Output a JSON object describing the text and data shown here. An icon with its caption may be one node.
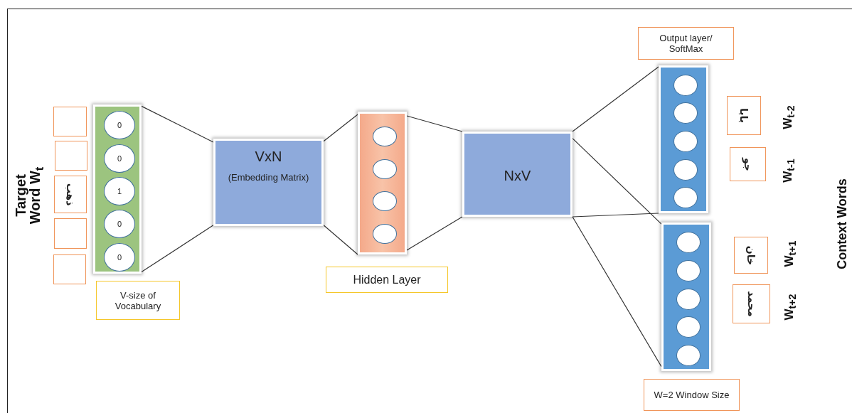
{
  "diagram": {
    "nodes": [
      {
        "text": [],
        "shape": "box"
      },
      {
        "text": [],
        "shape": "box"
      },
      {
        "text": [
          "ذهب"
        ]
      },
      {
        "text": [],
        "shape": "box"
      },
      {
        "text": [],
        "shape": "box"
      },
      {
        "text": [],
        "shape": "bar"
      },
      {
        "text": [
          "0"
        ],
        "in": 5
      },
      {
        "text": [
          "0"
        ],
        "in": 5
      },
      {
        "text": [
          "1"
        ],
        "in": 5
      },
      {
        "text": [
          "0"
        ],
        "in": 5
      },
      {
        "text": [
          "0"
        ],
        "in": 5
      },
      {
        "text": [
          "V-size of Vocabulary"
        ]
      },
      {
        "text": [
          "VxN",
          "(Embedding Matrix)"
        ]
      },
      {
        "text": [],
        "shape": "bar"
      },
      {
        "text": [],
        "shape": "circle",
        "in": 13
      },
      {
        "text": [],
        "shape": "circle",
        "in": 13
      },
      {
        "text": [],
        "shape": "circle",
        "in": 13
      },
      {
        "text": [],
        "shape": "circle",
        "in": 13
      },
      {
        "text": [
          "Hidden Layer"
        ]
      },
      {
        "text": [
          "NxV"
        ]
      },
      {
        "text": [
          "Output layer/ SoftMax"
        ]
      },
      {
        "text": [],
        "shape": "bar"
      },
      {
        "text": [],
        "shape": "circle",
        "in": 21
      },
      {
        "text": [],
        "shape": "circle",
        "in": 21
      },
      {
        "text": [],
        "shape": "circle",
        "in": 21
      },
      {
        "text": [],
        "shape": "circle",
        "in": 21
      },
      {
        "text": [],
        "shape": "circle",
        "in": 21
      },
      {
        "text": [],
        "shape": "bar"
      },
      {
        "text": [],
        "shape": "circle",
        "in": 27
      },
      {
        "text": [],
        "shape": "circle",
        "in": 27
      },
      {
        "text": [],
        "shape": "circle",
        "in": 27
      },
      {
        "text": [],
        "shape": "circle",
        "in": 27
      },
      {
        "text": [],
        "shape": "circle",
        "in": 27
      },
      {
        "text": [
          "W=2 Window Size"
        ]
      },
      {
        "text": [
          "بابا"
        ]
      },
      {
        "text": [
          "جو"
        ]
      },
      {
        "text": [
          "خان"
        ]
      },
      {
        "text": [
          "محمد"
        ]
      }
    ],
    "edges": [
      {
        "from": 5,
        "to": 12,
        "arrow": "none"
      },
      {
        "from": 5,
        "to": 12,
        "arrow": "none"
      },
      {
        "from": 12,
        "to": 13,
        "arrow": "none"
      },
      {
        "from": 12,
        "to": 13,
        "arrow": "none"
      },
      {
        "from": 13,
        "to": 19,
        "arrow": "none"
      },
      {
        "from": 13,
        "to": 19,
        "arrow": "none"
      },
      {
        "from": 19,
        "to": 21,
        "arrow": "none"
      },
      {
        "from": 19,
        "to": 27,
        "arrow": "none"
      },
      {
        "from": 19,
        "to": 21,
        "arrow": "none"
      },
      {
        "from": 19,
        "to": 27,
        "arrow": "none"
      }
    ],
    "labels": [
      "Target Word W$_{t}$",
      "W$_{t-2}$",
      "W$_{t-1}$",
      "W$_{t+1}$",
      "W$_{t+2}$",
      "Context Words"
    ]
  }
}
